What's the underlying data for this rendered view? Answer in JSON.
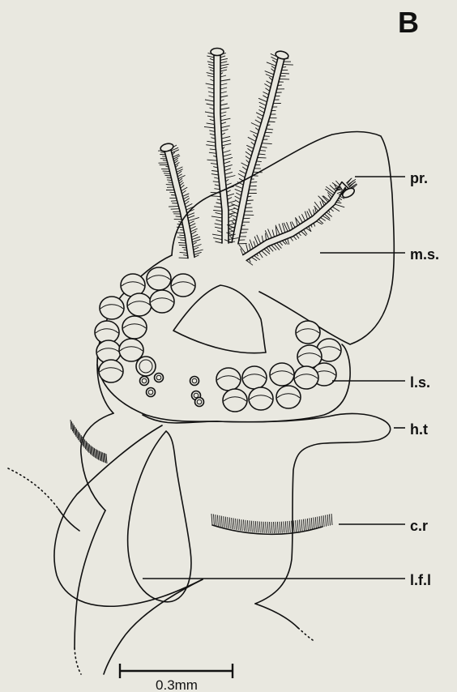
{
  "figure": {
    "panel_letter": "B",
    "scale_bar_label": "0.3mm",
    "labels": {
      "pr": "pr.",
      "ms": "m.s.",
      "ls": "l.s.",
      "ht": "h.t",
      "cr": "c.r",
      "lfl": "l.f.l"
    }
  }
}
